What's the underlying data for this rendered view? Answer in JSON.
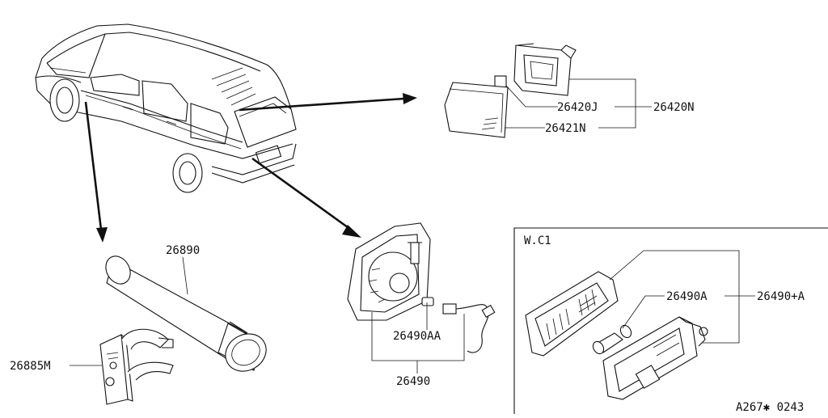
{
  "labels": {
    "lamp_26890": "26890",
    "bracket_26885m": "26885M",
    "socket_26420j": "26420J",
    "assembly_26420n": "26420N",
    "lens_26421n": "26421N",
    "bulb_26490aa": "26490AA",
    "assembly_26490": "26490",
    "bulb_26490a": "26490A",
    "assembly_26490_plus_a": "26490+A",
    "wc_box_title": "W.C1",
    "catalog_code": "A267✱ 0243"
  },
  "colors": {
    "ink": "#111111",
    "paper": "#ffffff"
  },
  "icons": [
    "minivan-illustration",
    "map-lamp-assembly",
    "flashlight",
    "clip-bracket",
    "luggage-lamp-assembly",
    "room-lamp-assembly",
    "wedge-bulb",
    "festoon-bulb",
    "pointer-arrow"
  ]
}
